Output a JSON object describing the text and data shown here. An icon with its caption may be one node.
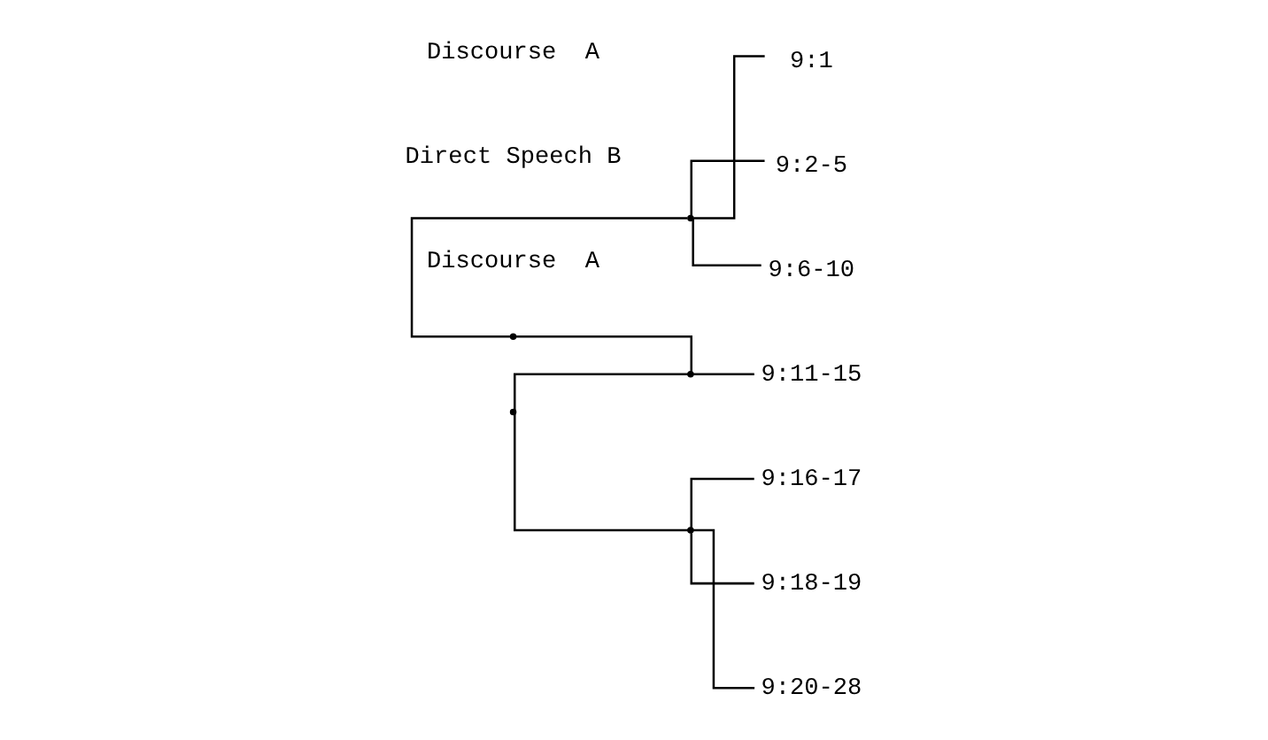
{
  "diagram": {
    "nodes": [
      {
        "text": [],
        "shape": "point"
      },
      {
        "text": [],
        "shape": "point"
      },
      {
        "text": [
          "9:1"
        ]
      },
      {
        "text": [
          "9:2-5"
        ]
      },
      {
        "text": [
          "9:6-10"
        ]
      },
      {
        "text": [],
        "shape": "point"
      },
      {
        "text": [
          "9:11-15"
        ]
      },
      {
        "text": [],
        "shape": "point"
      },
      {
        "text": [],
        "shape": "point"
      },
      {
        "text": [
          "9:16-17"
        ]
      },
      {
        "text": [
          "9:18-19"
        ]
      },
      {
        "text": [
          "9:20-28"
        ]
      }
    ],
    "edges": [
      {
        "from": 0,
        "to": 1,
        "arrow": "none"
      },
      {
        "from": 0,
        "to": 5,
        "arrow": "none"
      },
      {
        "from": 1,
        "to": 2,
        "arrow": "none"
      },
      {
        "from": 1,
        "to": 3,
        "arrow": "none"
      },
      {
        "from": 1,
        "to": 4,
        "arrow": "none"
      },
      {
        "from": 5,
        "to": 6,
        "arrow": "none"
      },
      {
        "from": 7,
        "to": 5,
        "arrow": "none"
      },
      {
        "from": 7,
        "to": 8,
        "arrow": "none"
      },
      {
        "from": 8,
        "to": 9,
        "arrow": "none"
      },
      {
        "from": 8,
        "to": 10,
        "arrow": "none"
      },
      {
        "from": 8,
        "to": 11,
        "arrow": "none"
      }
    ],
    "labels": [
      "Discourse  A",
      "Direct Speech B",
      "Discourse  A"
    ]
  }
}
